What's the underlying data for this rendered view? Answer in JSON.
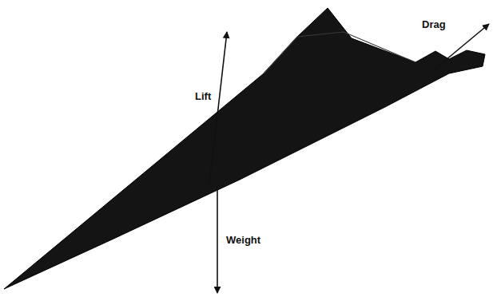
{
  "diagram": {
    "labels": [
      "Lift",
      "Drag",
      "Weight"
    ]
  }
}
